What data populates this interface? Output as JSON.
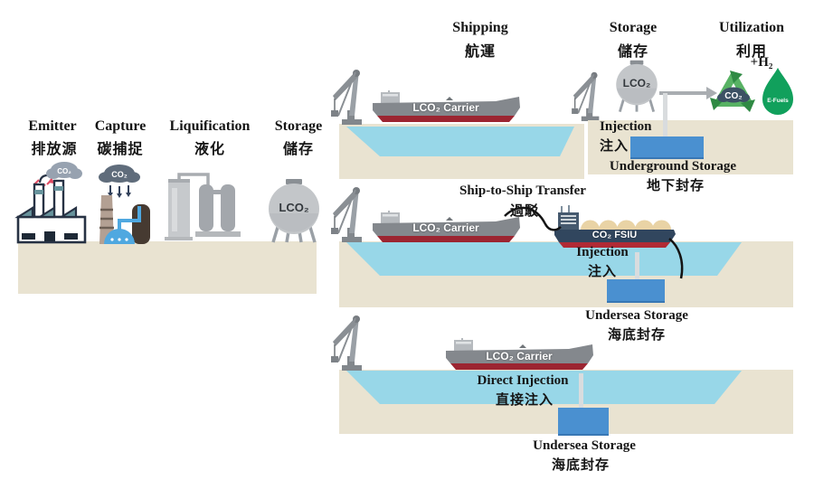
{
  "colors": {
    "ground": "#e9e3d1",
    "water": "#98d7e8",
    "reservoir_blue": "#4a90d0",
    "hull_gray": "#84888d",
    "hull_red": "#9c2531",
    "fsiu_navy": "#31465e",
    "recycle_green": "#58b264",
    "efuels_green": "#11a05c"
  },
  "chain": {
    "emitter": {
      "en": "Emitter",
      "zh": "排放源"
    },
    "capture": {
      "en": "Capture",
      "zh": "碳捕捉"
    },
    "liquification": {
      "en": "Liquification",
      "zh": "液化"
    },
    "storage": {
      "en": "Storage",
      "zh": "儲存"
    },
    "tank_label": "LCO₂",
    "emitter_cloud": "CO₂",
    "capture_cloud": "CO₂"
  },
  "shipping": {
    "title_en": "Shipping",
    "title_zh": "航運",
    "carrier_label": "LCO₂ Carrier"
  },
  "receiving": {
    "storage_en": "Storage",
    "storage_zh": "儲存",
    "tank_label": "LCO₂",
    "utilization_en": "Utilization",
    "utilization_zh": "利用",
    "hydrogen": "+H₂",
    "recycle_co2": "CO₂",
    "efuels": "E-Fuels",
    "injection_en": "Injection",
    "injection_zh": "注入",
    "underground_en": "Underground Storage",
    "underground_zh": "地下封存"
  },
  "transfer": {
    "title_en": "Ship-to-Ship Transfer",
    "title_zh": "過駁",
    "carrier_label": "LCO₂ Carrier",
    "fsiu_label": "CO₂ FSIU",
    "injection_en": "Injection",
    "injection_zh": "注入",
    "undersea_en": "Undersea Storage",
    "undersea_zh": "海底封存"
  },
  "direct": {
    "carrier_label": "LCO₂ Carrier",
    "injection_en": "Direct Injection",
    "injection_zh": "直接注入",
    "undersea_en": "Undersea Storage",
    "undersea_zh": "海底封存"
  }
}
